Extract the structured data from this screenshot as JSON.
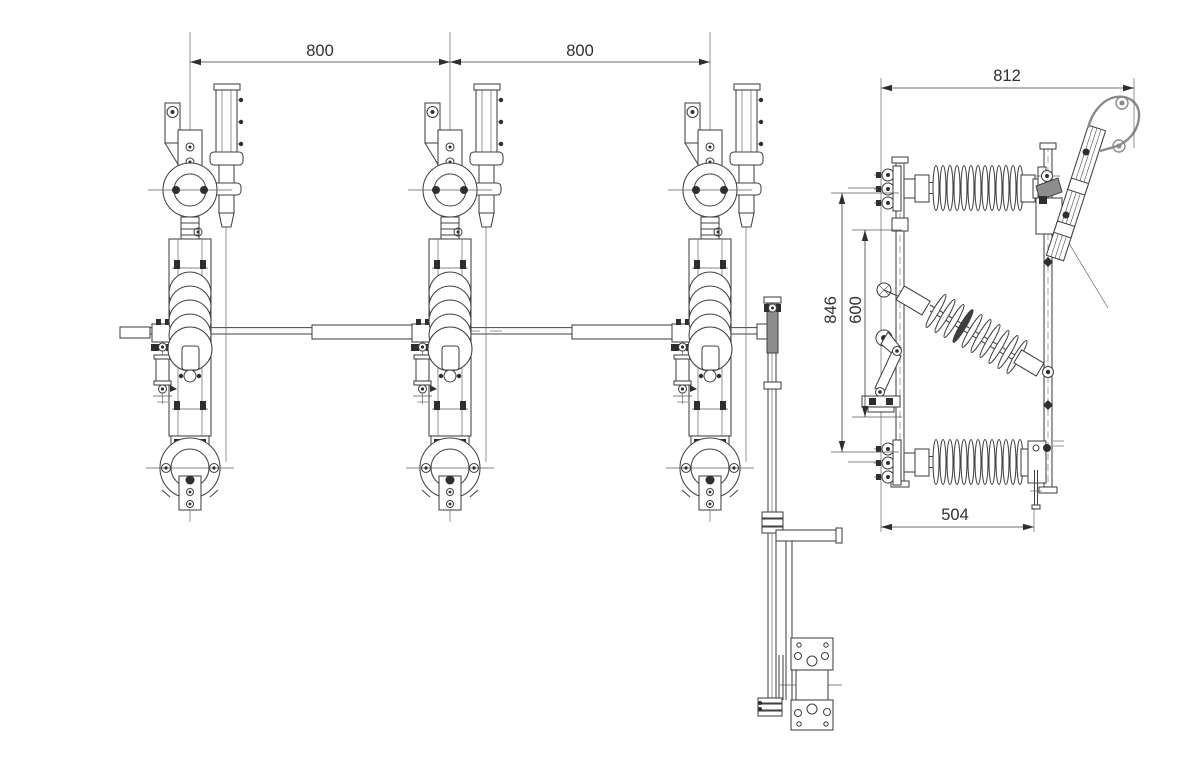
{
  "dimensions": {
    "front_pole_spacing_left": "800",
    "front_pole_spacing_right": "800",
    "side_overall_width": "812",
    "side_overall_height": "846",
    "side_inner_height": "600",
    "side_base_width": "504"
  },
  "colors": {
    "line": "#424242",
    "dim_text": "#2f2f2f",
    "metal_fill": "#8d8d8d",
    "background": "#ffffff"
  }
}
